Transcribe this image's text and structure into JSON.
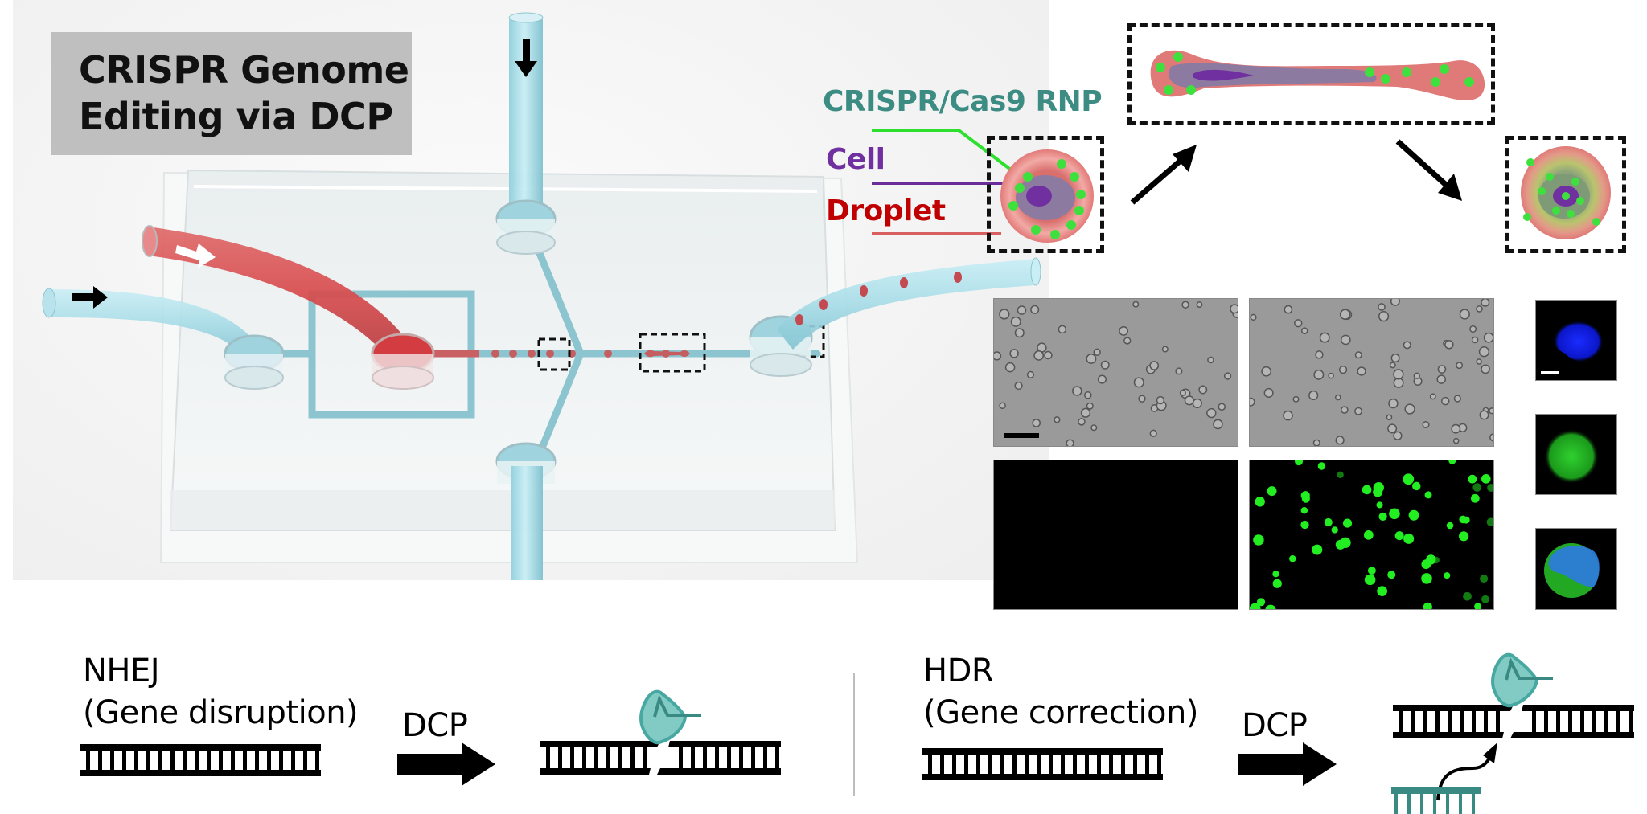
{
  "title": {
    "line1": "CRISPR Genome",
    "line2": "Editing via DCP"
  },
  "legend": {
    "rnp": "CRISPR/Cas9 RNP",
    "cell": "Cell",
    "droplet": "Droplet"
  },
  "colors": {
    "rnp_text": "#3c8c84",
    "rnp_line": "#2ee02e",
    "cell_text": "#7030a0",
    "cell_line": "#6a2c9a",
    "droplet_text": "#c00000",
    "droplet_line": "#d96060",
    "droplet_fill": "#e07a78",
    "cell_fill": "#8d7aa0",
    "nucleus_fill": "#7030a0",
    "rnp_dot": "#3ee03e",
    "channel": "#8cc5cf",
    "tube_blue": "#a8dbe6",
    "tube_red": "#d9484a",
    "cas9_fill": "#82cac4",
    "cas9_stroke": "#47a8a2",
    "donor": "#3a8a84"
  },
  "chip": {
    "flow_arrows": [
      "inlet-left",
      "inlet-red",
      "inlet-top"
    ]
  },
  "micrographs": {
    "scale_bar_present": true,
    "panels": [
      "brightfield-control",
      "brightfield-dcp",
      "fluorescence-control",
      "fluorescence-dcp"
    ],
    "confocal": [
      "nucleus-blue",
      "rnp-green",
      "merge"
    ]
  },
  "bottom": {
    "nhej": {
      "title": "NHEJ",
      "subtitle": "(Gene disruption)",
      "arrow_label": "DCP"
    },
    "hdr": {
      "title": "HDR",
      "subtitle": "(Gene correction)",
      "arrow_label": "DCP"
    }
  }
}
